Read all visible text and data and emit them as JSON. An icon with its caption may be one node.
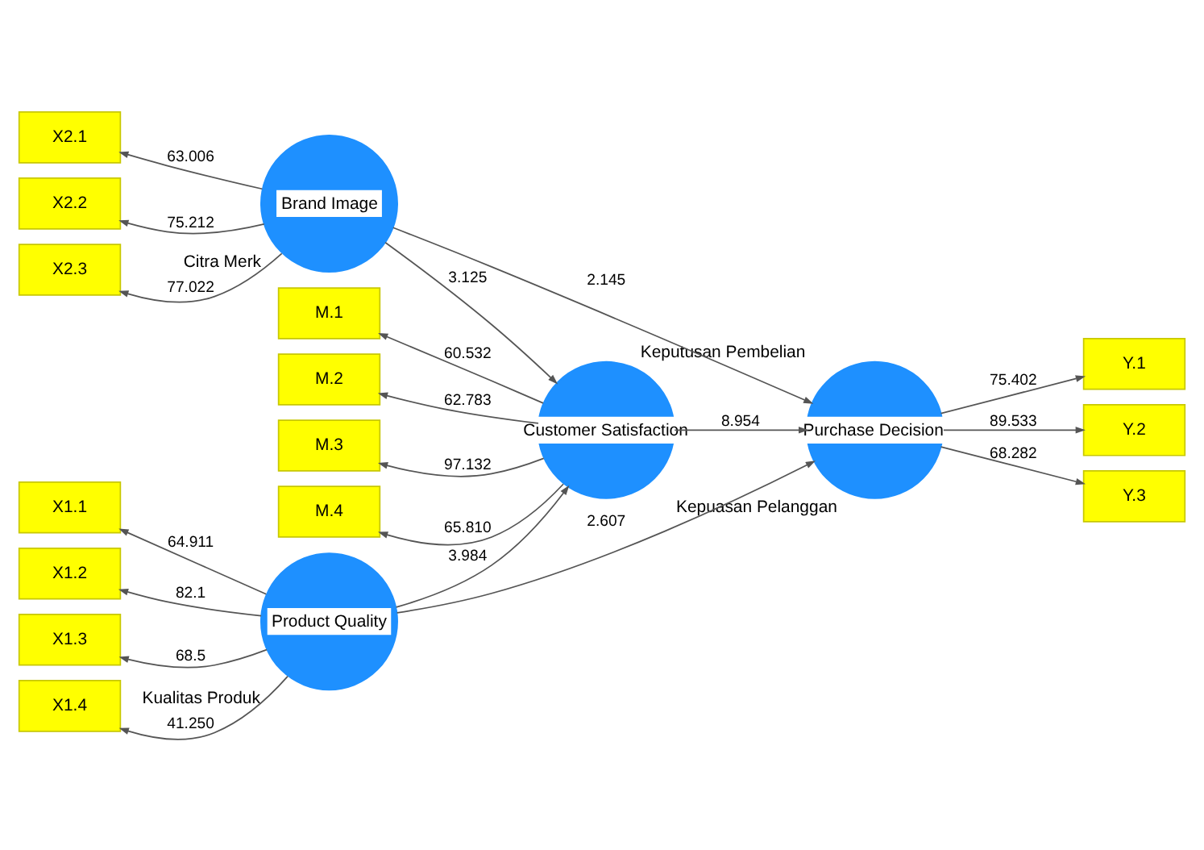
{
  "diagram": {
    "nodes": [
      {
        "text": [
          "Product Quality"
        ],
        "beside": [
          "Kualitas Produk"
        ]
      },
      {
        "text": [
          "X1.1"
        ]
      },
      {
        "text": [
          "X1.2"
        ]
      },
      {
        "text": [
          "X1.3"
        ]
      },
      {
        "text": [
          "X1.4"
        ]
      },
      {
        "text": [
          "Customer Satisfaction"
        ],
        "beside": [
          "Kepuasan Pelanggan"
        ]
      },
      {
        "text": [
          "M.1"
        ]
      },
      {
        "text": [
          "M.2"
        ]
      },
      {
        "text": [
          "M.3"
        ]
      },
      {
        "text": [
          "M.4"
        ]
      },
      {
        "text": [
          "Brand Image"
        ],
        "beside": [
          "Citra Merk"
        ]
      },
      {
        "text": [
          "X2.1"
        ]
      },
      {
        "text": [
          "X2.2"
        ]
      },
      {
        "text": [
          "X2.3"
        ]
      },
      {
        "text": [
          "Purchase Decision"
        ],
        "beside": [
          "Keputusan Pembelian"
        ]
      },
      {
        "text": [
          "Y.1"
        ]
      },
      {
        "text": [
          "Y.2"
        ]
      },
      {
        "text": [
          "Y.3"
        ]
      }
    ],
    "edges": [
      {
        "from": 0,
        "to": 1,
        "arrow": "to",
        "label": "64.911"
      },
      {
        "from": 0,
        "to": 2,
        "arrow": "to",
        "label": "82.1"
      },
      {
        "from": 0,
        "to": 3,
        "arrow": "to",
        "label": "68.5"
      },
      {
        "from": 0,
        "to": 4,
        "arrow": "to",
        "label": "41.250"
      },
      {
        "from": 5,
        "to": 6,
        "arrow": "to",
        "label": "60.532"
      },
      {
        "from": 5,
        "to": 7,
        "arrow": "to",
        "label": "62.783"
      },
      {
        "from": 5,
        "to": 8,
        "arrow": "to",
        "label": "97.132"
      },
      {
        "from": 5,
        "to": 9,
        "arrow": "to",
        "label": "65.810"
      },
      {
        "from": 10,
        "to": 11,
        "arrow": "to",
        "label": "63.006"
      },
      {
        "from": 10,
        "to": 12,
        "arrow": "to",
        "label": "75.212"
      },
      {
        "from": 10,
        "to": 13,
        "arrow": "to",
        "label": "77.022"
      },
      {
        "from": 14,
        "to": 15,
        "arrow": "to",
        "label": "75.402"
      },
      {
        "from": 14,
        "to": 16,
        "arrow": "to",
        "label": "89.533"
      },
      {
        "from": 14,
        "to": 17,
        "arrow": "to",
        "label": "68.282"
      },
      {
        "from": 0,
        "to": 5,
        "arrow": "to",
        "label": "3.984"
      },
      {
        "from": 0,
        "to": 14,
        "arrow": "to",
        "label": "2.607"
      },
      {
        "from": 5,
        "to": 14,
        "arrow": "to",
        "label": "8.954"
      },
      {
        "from": 10,
        "to": 5,
        "arrow": "to",
        "label": "3.125"
      },
      {
        "from": 10,
        "to": 14,
        "arrow": "to",
        "label": "2.145"
      }
    ]
  }
}
